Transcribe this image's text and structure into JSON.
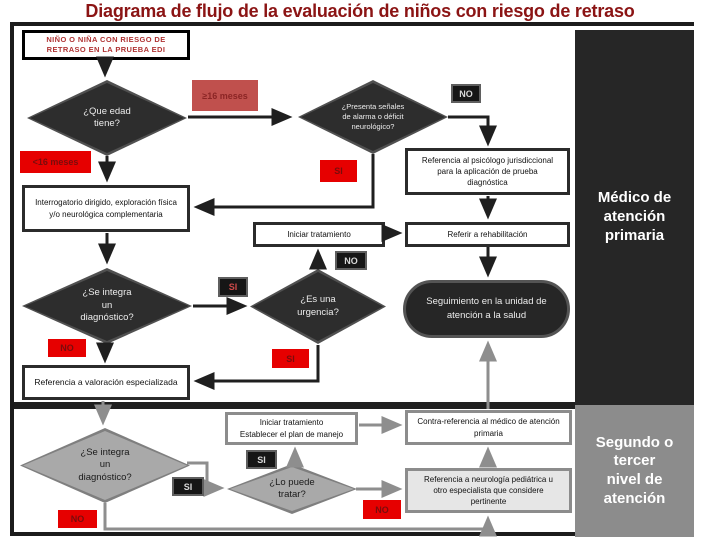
{
  "title": "Diagrama de flujo de la evaluación de niños con riesgo de retraso",
  "sidebar": {
    "primary": "Médico de\natención primaria",
    "secondary": "Segundo o tercer\nnivel de atención"
  },
  "nodes": {
    "start": "NIÑO O NIÑA CON RIESGO DE\nRETRASO EN LA PRUEBA EDI",
    "age_question": "¿Que edad\ntiene?",
    "alarm_question": "¿Presenta señales\nde alarma o déficit\nneurológico?",
    "psychologist_referral": "Referencia al psicólogo jurisdiccional\npara la aplicación de prueba\ndiagnóstica",
    "interrogation": "Interrogatorio dirigido, exploración física\ny/o neurológica complementaria",
    "start_treatment": "Iniciar tratamiento",
    "rehab_referral": "Referir a rehabilitación",
    "diagnosis_question_1": "¿Se integra\nun\ndiagnóstico?",
    "urgency_question": "¿Es una\nurgencia?",
    "followup": "Seguimiento en la unidad de\natención a la salud",
    "specialized_referral": "Referencia a valoración especializada",
    "diagnosis_question_2": "¿Se integra\nun\ndiagnóstico?",
    "treatment_plan": "Iniciar tratamiento\nEstablecer el plan de manejo",
    "treat_question": "¿Lo puede\ntratar?",
    "counter_referral": "Contra-referencia al médico de atención\nprimaria",
    "neurology_referral": "Referencia a neurología pediátrica u\notro especialista que considere\npertinente"
  },
  "labels": {
    "ge16": "≥16 meses",
    "lt16": "<16 meses",
    "si": "SI",
    "no": "NO"
  },
  "colors": {
    "title": "#8B1414",
    "bright_red": "#E60000",
    "brick_red": "#C0504D",
    "dark_node": "#2D2D2D",
    "gray_node": "#A9A9A9",
    "sidebar_black": "#262626",
    "sidebar_gray": "#8C8C8C",
    "dark_connector": "#1F1F1F",
    "gray_connector": "#8E8E8E"
  }
}
